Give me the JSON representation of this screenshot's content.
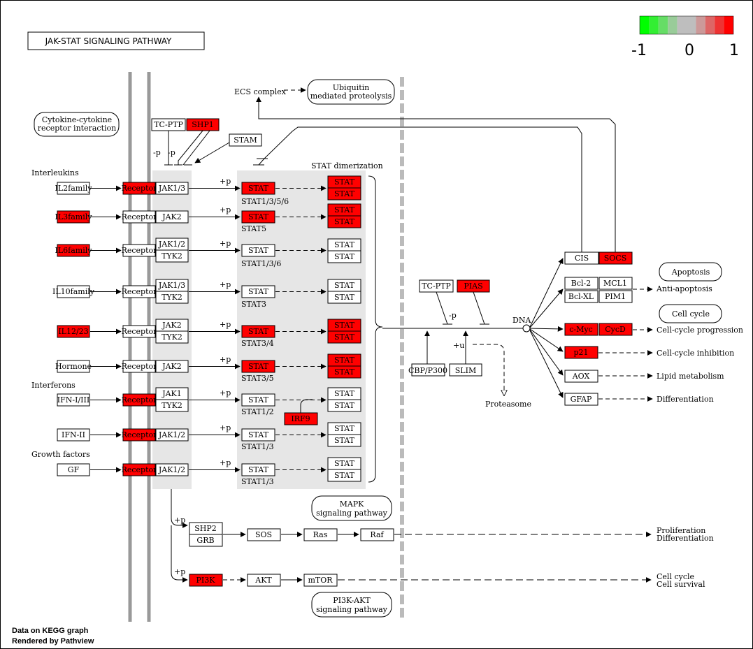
{
  "title": "JAK-STAT SIGNALING PATHWAY",
  "credit": {
    "line1": "Data on KEGG graph",
    "line2": "Rendered by Pathview"
  },
  "colors": {
    "up": "#ff0000",
    "none": "#ffffff",
    "gray": "#bebebe",
    "down": "#00ff00",
    "membrane": "#999999",
    "shade": "#e6e6e6"
  },
  "scale": {
    "ticks": [
      "-1",
      "0",
      "1"
    ],
    "colors": [
      "#00ff00",
      "#33ee33",
      "#66dd66",
      "#99cc99",
      "#bebebe",
      "#bebebe",
      "#cc9999",
      "#dd6666",
      "#ee3333",
      "#ff0000"
    ]
  },
  "pathway_links": [
    {
      "id": "cytokine",
      "lines": [
        "Cytokine-cytokine",
        "receptor interaction"
      ]
    },
    {
      "id": "ubiquitin",
      "lines": [
        "Ubiquitin",
        "mediated proteolysis"
      ]
    },
    {
      "id": "apoptosis",
      "lines": [
        "Apoptosis"
      ]
    },
    {
      "id": "cellcycle",
      "lines": [
        "Cell cycle"
      ]
    },
    {
      "id": "mapk",
      "lines": [
        "MAPK",
        "signaling pathway"
      ]
    },
    {
      "id": "pi3k",
      "lines": [
        "PI3K-AKT",
        "signaling pathway"
      ]
    }
  ],
  "section_labels": {
    "interleukins": "Interleukins",
    "interferons": "Interferons",
    "growth_factors": "Growth factors",
    "stat_dimerization": "STAT dimerization",
    "ecs_complex": "ECS complex",
    "dna": "DNA",
    "proteasome": "Proteasome"
  },
  "ligands": [
    {
      "label": "IL2family",
      "up": false
    },
    {
      "label": "IL3family",
      "up": true
    },
    {
      "label": "IL6family",
      "up": true
    },
    {
      "label": "IL10family",
      "up": false
    },
    {
      "label": "IL12/23",
      "up": true
    },
    {
      "label": "Hormone",
      "up": false
    },
    {
      "label": "IFN-I/III",
      "up": false
    },
    {
      "label": "IFN-II",
      "up": false
    },
    {
      "label": "GF",
      "up": false
    }
  ],
  "receptors": [
    {
      "label": "Receptor",
      "up": true
    },
    {
      "label": "Receptor",
      "up": false
    },
    {
      "label": "Receptor",
      "up": false
    },
    {
      "label": "Receptor",
      "up": false
    },
    {
      "label": "Receptor",
      "up": false
    },
    {
      "label": "Receptor",
      "up": false
    },
    {
      "label": "Receptor",
      "up": true
    },
    {
      "label": "Receptor",
      "up": true
    },
    {
      "label": "Receptor",
      "up": true
    }
  ],
  "jaks": [
    [
      "JAK1/3"
    ],
    [
      "JAK2"
    ],
    [
      "JAK1/2",
      "TYK2"
    ],
    [
      "JAK1/3",
      "TYK2"
    ],
    [
      "JAK2",
      "TYK2"
    ],
    [
      "JAK2"
    ],
    [
      "JAK1",
      "TYK2"
    ],
    [
      "JAK1/2"
    ],
    [
      "JAK1/2"
    ]
  ],
  "stats": [
    {
      "label": "STAT",
      "sub": "STAT1/3/5/6",
      "up": true,
      "dimer_up": true
    },
    {
      "label": "STAT",
      "sub": "STAT5",
      "up": true,
      "dimer_up": true
    },
    {
      "label": "STAT",
      "sub": "STAT1/3/6",
      "up": false,
      "dimer_up": false
    },
    {
      "label": "STAT",
      "sub": "STAT3",
      "up": false,
      "dimer_up": false
    },
    {
      "label": "STAT",
      "sub": "STAT3/4",
      "up": true,
      "dimer_up": true
    },
    {
      "label": "STAT",
      "sub": "STAT3/5",
      "up": true,
      "dimer_up": true
    },
    {
      "label": "STAT",
      "sub": "STAT1/2",
      "up": false,
      "dimer_up": false
    },
    {
      "label": "STAT",
      "sub": "STAT1/3",
      "up": false,
      "dimer_up": false
    },
    {
      "label": "STAT",
      "sub": "STAT1/3",
      "up": false,
      "dimer_up": false
    }
  ],
  "phospho": "+p",
  "dephospho": "-p",
  "ubiq": "+u",
  "inhibitors": {
    "tcptp": "TC-PTP",
    "shp1": "SHP1",
    "stam": "STAM",
    "irf9": "IRF9",
    "tcptp2": "TC-PTP",
    "pias": "PIAS",
    "cbp": "CBP/P300",
    "slim": "SLIM"
  },
  "targets": {
    "cis": "CIS",
    "socs": "SOCS",
    "bcl2": "Bcl-2",
    "mcl1": "MCL1",
    "bclxl": "Bcl-XL",
    "pim1": "PIM1",
    "cmyc": "c-Myc",
    "cycd": "CycD",
    "p21": "p21",
    "aox": "AOX",
    "gfap": "GFAP"
  },
  "outcomes": {
    "anti_apoptosis": "Anti-apoptosis",
    "progression": "Cell-cycle progression",
    "inhibition": "Cell-cycle inhibition",
    "lipid": "Lipid metabolism",
    "differentiation": "Differentiation",
    "prolif1": "Proliferation",
    "prolif2": "Differentiation",
    "survival1": "Cell cycle",
    "survival2": "Cell survival"
  },
  "downstream": {
    "shp2": "SHP2",
    "grb": "GRB",
    "sos": "SOS",
    "ras": "Ras",
    "raf": "Raf",
    "pi3k": "PI3K",
    "akt": "AKT",
    "mtor": "mTOR"
  }
}
